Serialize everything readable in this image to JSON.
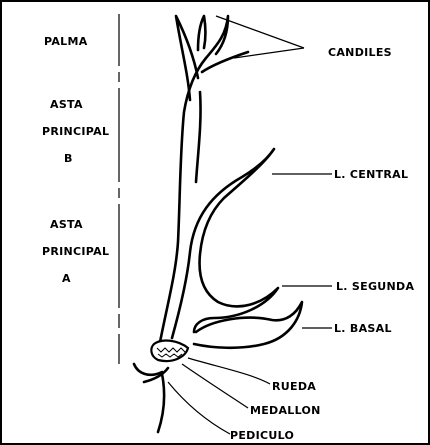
{
  "labels": {
    "palma": "PALMA",
    "asta_principal_b": [
      "ASTA",
      "PRINCIPAL",
      "B"
    ],
    "asta_principal_a": [
      "ASTA",
      "PRINCIPAL",
      "A"
    ],
    "candiles": "CANDILES",
    "l_central": "L. CENTRAL",
    "l_segunda": "L. SEGUNDA",
    "l_basal": "L. BASAL",
    "rueda": "RUEDA",
    "medallon": "MEDALLON",
    "pediculo": "PEDICULO"
  }
}
